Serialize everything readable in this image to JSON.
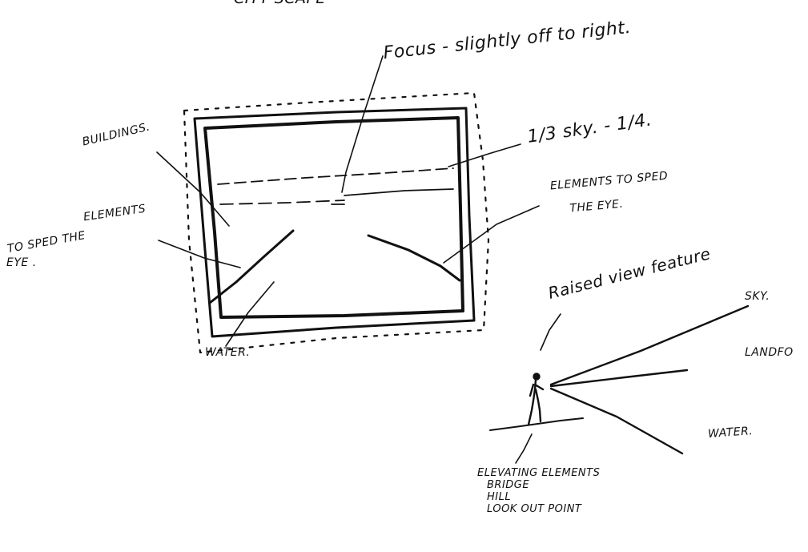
{
  "page": {
    "ink_color": "#111111",
    "background": "#ffffff"
  },
  "sketch": {
    "top_fragment": "CITY SCAPE",
    "focus": "Focus - slightly off to right.",
    "buildings": "BUILDINGS.",
    "sky_fraction": "1/3 sky. - 1/4.",
    "elements_left_line1": "ELEMENTS",
    "elements_left_line2": "TO SPED THE",
    "elements_left_line3": "EYE .",
    "elements_right_line1": "ELEMENTS TO SPED",
    "elements_right_line2": "THE EYE.",
    "water_frame": "WATER.",
    "raised_view": "Raised view feature",
    "sky": "SKY.",
    "landform": "LANDFO",
    "water_view": "WATER.",
    "elevating_title": "ELEVATING ELEMENTS",
    "elevating_bridge": "BRIDGE",
    "elevating_hill": "HILL",
    "elevating_lookout": "LOOK OUT POINT"
  }
}
